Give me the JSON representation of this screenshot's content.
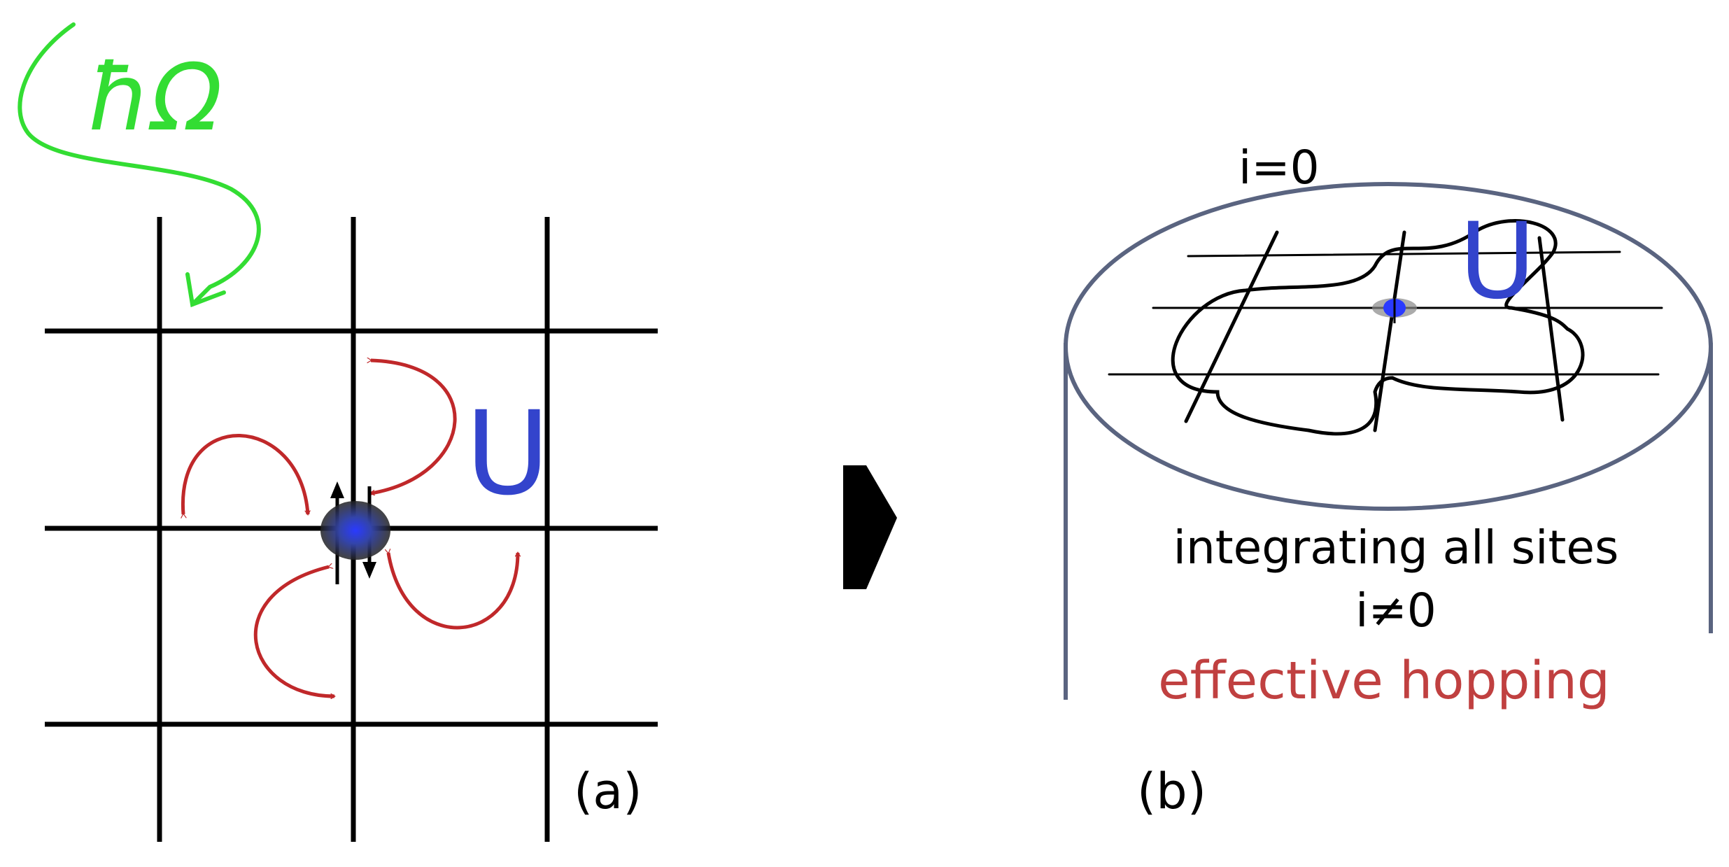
{
  "panel_a": {
    "field_label": "ħΩ",
    "interaction_label": "U",
    "panel_label": "(a)"
  },
  "panel_b": {
    "site_label": "i=0",
    "interaction_label": "U",
    "caption_line1": "integrating all sites",
    "caption_line2": "i≠0",
    "effective_label": "effective hopping",
    "panel_label": "(b)"
  },
  "colors": {
    "field": "#33dd33",
    "hopping": "#c0282a",
    "interaction": "#3344cc",
    "effective": "#c04040",
    "cylinder": "#5a6480",
    "lattice": "#000000"
  }
}
